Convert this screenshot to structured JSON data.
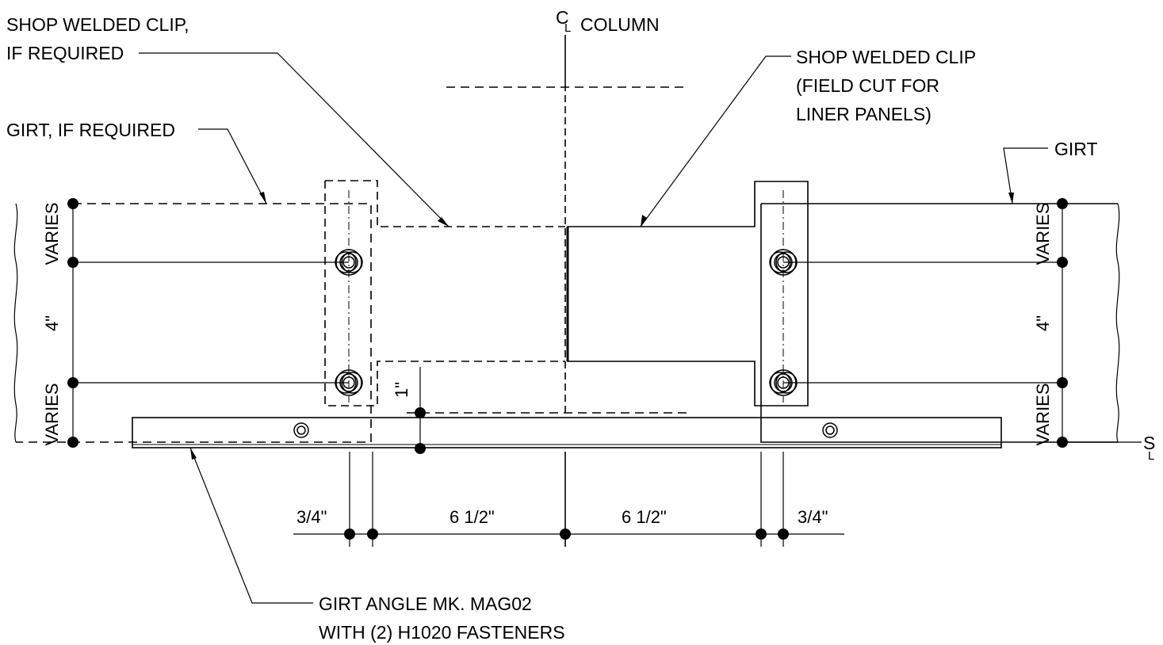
{
  "labels": {
    "col_cl_symbol": "C",
    "col_cl_symbol_sub": "L",
    "column": "COLUMN",
    "shop_clip_if_required_line1": "SHOP WELDED CLIP,",
    "shop_clip_if_required_line2": "IF REQUIRED",
    "girt_if_required": "GIRT, IF REQUIRED",
    "shop_clip_field_cut_line1": "SHOP WELDED CLIP",
    "shop_clip_field_cut_line2": "(FIELD CUT FOR",
    "shop_clip_field_cut_line3": "LINER PANELS)",
    "girt": "GIRT",
    "girt_angle_line1": "GIRT ANGLE MK. MAG02",
    "girt_angle_line2": "WITH (2) H1020 FASTENERS",
    "sl_symbol_s": "S",
    "sl_symbol_l": "L"
  },
  "dimensions": {
    "varies": "VARIES",
    "four_inch": "4\"",
    "one_inch": "1\"",
    "three_quarter": "3/4\"",
    "six_half": "6 1/2\""
  },
  "colors": {
    "line": "#000000",
    "background": "#ffffff"
  }
}
